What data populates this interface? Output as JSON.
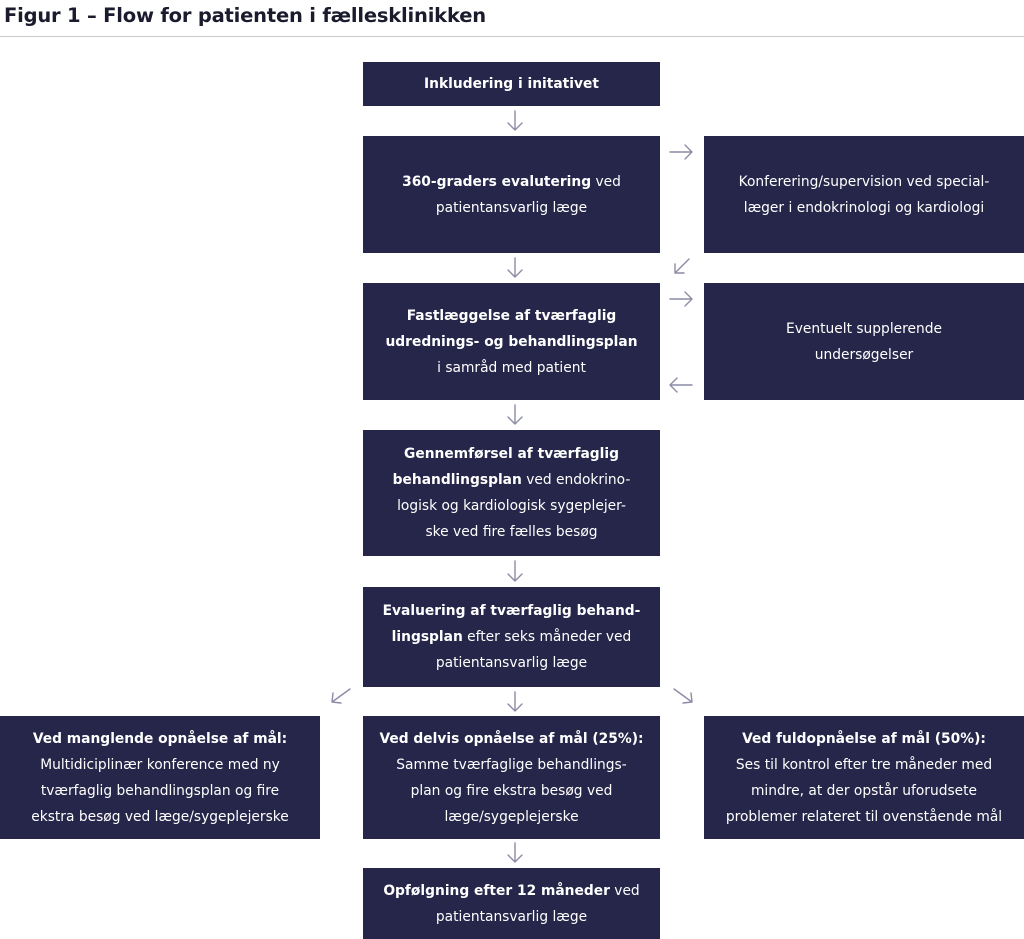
{
  "title": "Figur 1 – Flow for patienten i fællesklinikken",
  "boxes": {
    "b1": {
      "lines": [
        [
          {
            "t": "Inkludering i initativet",
            "b": true
          }
        ]
      ]
    },
    "b2": {
      "lines": [
        [
          {
            "t": "360-graders evalutering",
            "b": true
          },
          {
            "t": " ved",
            "b": false
          }
        ],
        [
          {
            "t": "patientansvarlig læge",
            "b": false
          }
        ]
      ]
    },
    "b2r": {
      "lines": [
        [
          {
            "t": "Konferering/supervision ved special-",
            "b": false
          }
        ],
        [
          {
            "t": "læger i endokrinologi og kardiologi",
            "b": false
          }
        ]
      ]
    },
    "b3": {
      "lines": [
        [
          {
            "t": "Fastlæggelse af tværfaglig",
            "b": true
          }
        ],
        [
          {
            "t": "udrednings- og behandlingsplan",
            "b": true
          }
        ],
        [
          {
            "t": "i samråd med patient",
            "b": false
          }
        ]
      ]
    },
    "b3r": {
      "lines": [
        [
          {
            "t": "Eventuelt supplerende",
            "b": false
          }
        ],
        [
          {
            "t": "undersøgelser",
            "b": false
          }
        ]
      ]
    },
    "b4": {
      "lines": [
        [
          {
            "t": "Gennemførsel af tværfaglig",
            "b": true
          }
        ],
        [
          {
            "t": "behandlingsplan",
            "b": true
          },
          {
            "t": " ved endokrino-",
            "b": false
          }
        ],
        [
          {
            "t": "logisk og kardiologisk sygeplejer-",
            "b": false
          }
        ],
        [
          {
            "t": "ske ved fire fælles besøg",
            "b": false
          }
        ]
      ]
    },
    "b5": {
      "lines": [
        [
          {
            "t": "Evaluering af tværfaglig behand-",
            "b": true
          }
        ],
        [
          {
            "t": "lingsplan",
            "b": true
          },
          {
            "t": " efter seks måneder ved",
            "b": false
          }
        ],
        [
          {
            "t": "patientansvarlig læge",
            "b": false
          }
        ]
      ]
    },
    "b6l": {
      "lines": [
        [
          {
            "t": "Ved manglende opnåelse af mål:",
            "b": true
          }
        ],
        [
          {
            "t": "Multidiciplinær konference med ny",
            "b": false
          }
        ],
        [
          {
            "t": "tværfaglig behandlingsplan og fire",
            "b": false
          }
        ],
        [
          {
            "t": "ekstra besøg ved læge/sygeplejerske",
            "b": false
          }
        ]
      ]
    },
    "b6c": {
      "lines": [
        [
          {
            "t": "Ved delvis opnåelse af mål (25%):",
            "b": true
          }
        ],
        [
          {
            "t": "Samme tværfaglige behandlings-",
            "b": false
          }
        ],
        [
          {
            "t": "plan og fire ekstra besøg ved",
            "b": false
          }
        ],
        [
          {
            "t": "læge/sygeplejerske",
            "b": false
          }
        ]
      ]
    },
    "b6r": {
      "lines": [
        [
          {
            "t": "Ved fuldopnåelse af mål (50%):",
            "b": true
          }
        ],
        [
          {
            "t": "Ses til kontrol efter tre måneder med",
            "b": false
          }
        ],
        [
          {
            "t": "mindre, at der opstår uforudsete",
            "b": false
          }
        ],
        [
          {
            "t": "problemer relateret til ovenstående mål",
            "b": false
          }
        ]
      ]
    },
    "b7": {
      "lines": [
        [
          {
            "t": "Opfølgning efter 12 måneder",
            "b": true
          },
          {
            "t": " ved",
            "b": false
          }
        ],
        [
          {
            "t": "patientansvarlig læge",
            "b": false
          }
        ]
      ]
    }
  },
  "colors": {
    "box": "#26264a",
    "box_text": "#ffffff",
    "arrow": "#8c8ca6",
    "title": "#1b1b2e"
  }
}
